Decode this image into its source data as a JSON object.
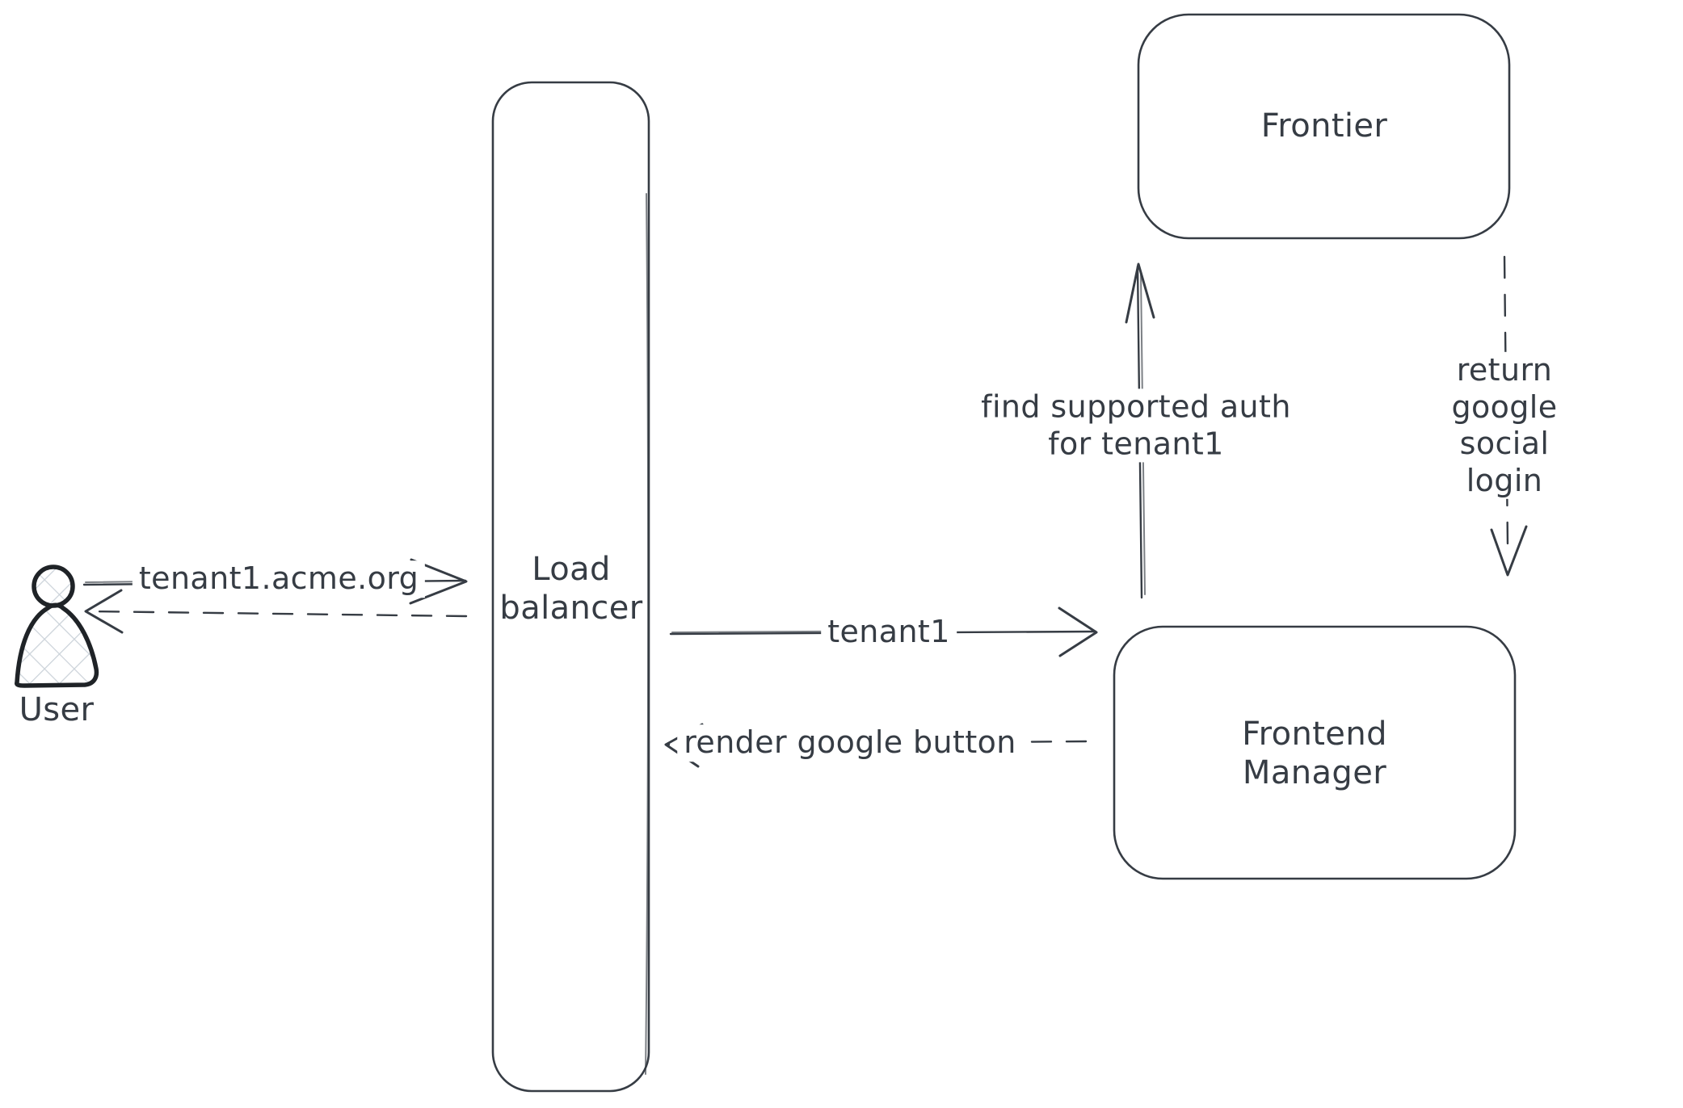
{
  "theme": {
    "background": "#ffffff",
    "stroke_color": "#363c44",
    "user_icon_stroke": "#1f2327",
    "hatch_color": "#ccd3da"
  },
  "nodes": {
    "user": {
      "label": "User"
    },
    "load_balancer": {
      "label": "Load\nbalancer"
    },
    "frontier": {
      "label": "Frontier"
    },
    "frontend_manager": {
      "label": "Frontend\nManager"
    }
  },
  "edges": {
    "user_to_lb": {
      "label": "tenant1.acme.org",
      "style": "solid",
      "direction": "right"
    },
    "lb_to_user": {
      "label": "",
      "style": "dashed",
      "direction": "left"
    },
    "lb_to_fm": {
      "label": "tenant1",
      "style": "solid",
      "direction": "right"
    },
    "fm_to_lb": {
      "label": "render google button",
      "style": "dashed",
      "direction": "left"
    },
    "fm_to_frontier": {
      "label": "find supported auth\nfor tenant1",
      "style": "solid",
      "direction": "up"
    },
    "frontier_to_fm": {
      "label": "return google social\nlogin",
      "style": "dashed",
      "direction": "down"
    }
  }
}
